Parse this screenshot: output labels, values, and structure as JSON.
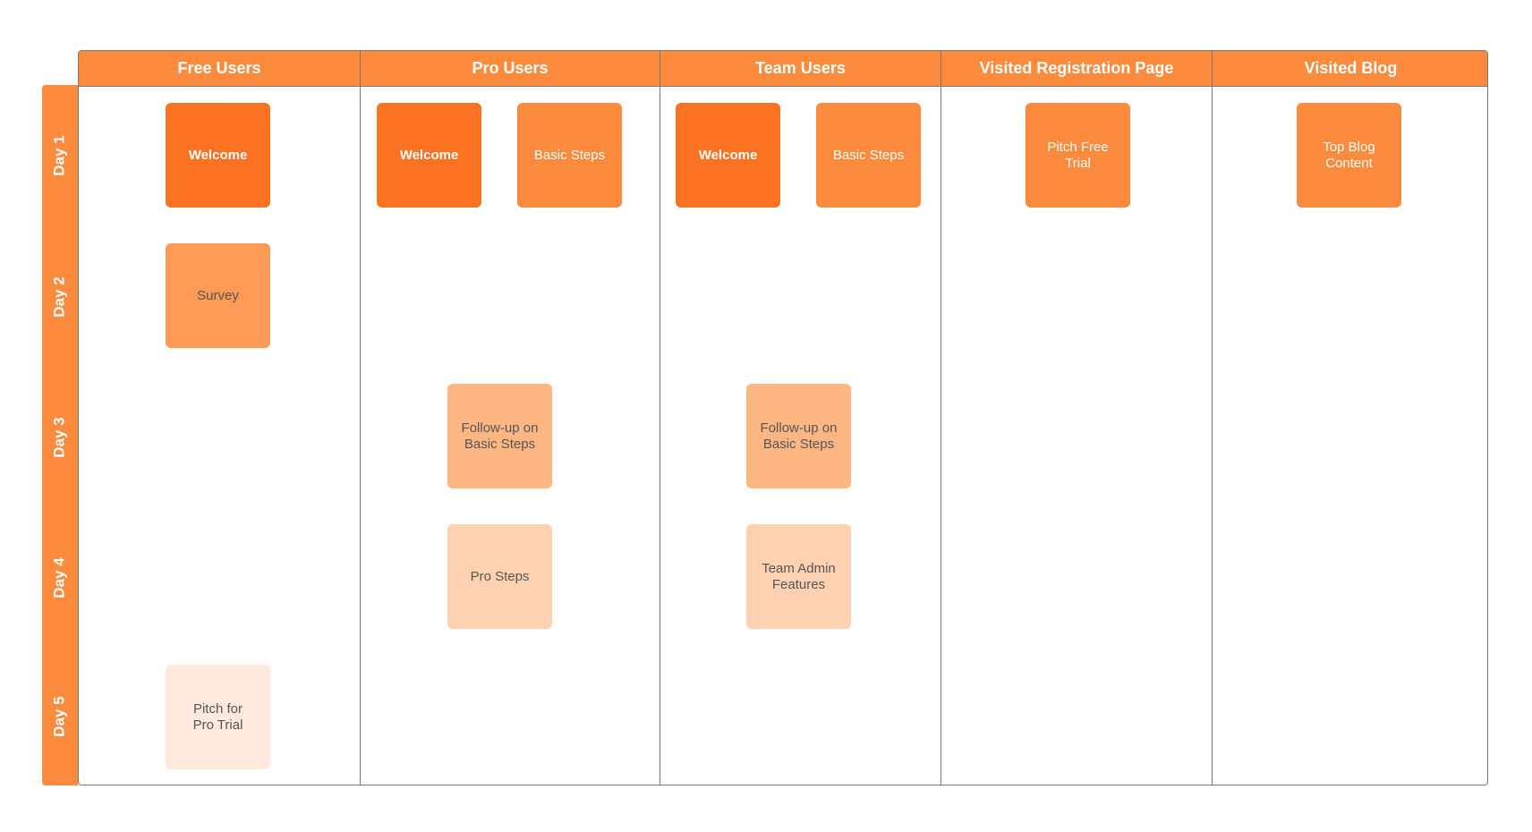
{
  "columns": [
    {
      "label": "Free Users"
    },
    {
      "label": "Pro Users"
    },
    {
      "label": "Team Users"
    },
    {
      "label": "Visited Registration Page"
    },
    {
      "label": "Visited Blog"
    }
  ],
  "rows": [
    {
      "label": "Day 1"
    },
    {
      "label": "Day 2"
    },
    {
      "label": "Day 3"
    },
    {
      "label": "Day 4"
    },
    {
      "label": "Day 5"
    }
  ],
  "cards": [
    {
      "text": "Welcome",
      "column": "Free Users",
      "day": "Day 1",
      "color": "#fc7223",
      "text_color": "#ffffff",
      "bold": true
    },
    {
      "text": "Survey",
      "column": "Free Users",
      "day": "Day 2",
      "color": "#fd9a55",
      "text_color": "#555555",
      "bold": false
    },
    {
      "text": "Pitch for\nPro Trial",
      "column": "Free Users",
      "day": "Day 5",
      "color": "#fee9dc",
      "text_color": "#555555",
      "bold": false
    },
    {
      "text": "Welcome",
      "column": "Pro Users",
      "day": "Day 1",
      "color": "#fc7223",
      "text_color": "#ffffff",
      "bold": true
    },
    {
      "text": "Basic Steps",
      "column": "Pro Users",
      "day": "Day 1",
      "color": "#fd8b3d",
      "text_color": "#ffffff",
      "bold": false
    },
    {
      "text": "Follow-up on\nBasic Steps",
      "column": "Pro Users",
      "day": "Day 3",
      "color": "#feb682",
      "text_color": "#555555",
      "bold": false
    },
    {
      "text": "Pro Steps",
      "column": "Pro Users",
      "day": "Day 4",
      "color": "#fed2b0",
      "text_color": "#555555",
      "bold": false
    },
    {
      "text": "Welcome",
      "column": "Team Users",
      "day": "Day 1",
      "color": "#fc7223",
      "text_color": "#ffffff",
      "bold": true
    },
    {
      "text": "Basic Steps",
      "column": "Team Users",
      "day": "Day 1",
      "color": "#fd8b3d",
      "text_color": "#ffffff",
      "bold": false
    },
    {
      "text": "Follow-up on\nBasic Steps",
      "column": "Team Users",
      "day": "Day 3",
      "color": "#feb682",
      "text_color": "#555555",
      "bold": false
    },
    {
      "text": "Team Admin\nFeatures",
      "column": "Team Users",
      "day": "Day 4",
      "color": "#fed2b0",
      "text_color": "#555555",
      "bold": false
    },
    {
      "text": "Pitch Free\nTrial",
      "column": "Visited Registration Page",
      "day": "Day 1",
      "color": "#fd8b3d",
      "text_color": "#ffffff",
      "bold": false
    },
    {
      "text": "Top Blog\nContent",
      "column": "Visited Blog",
      "day": "Day 1",
      "color": "#fd8b3d",
      "text_color": "#ffffff",
      "bold": false
    }
  ],
  "colors": {
    "header": "#fd8b3d",
    "border": "#7a7a7a"
  }
}
